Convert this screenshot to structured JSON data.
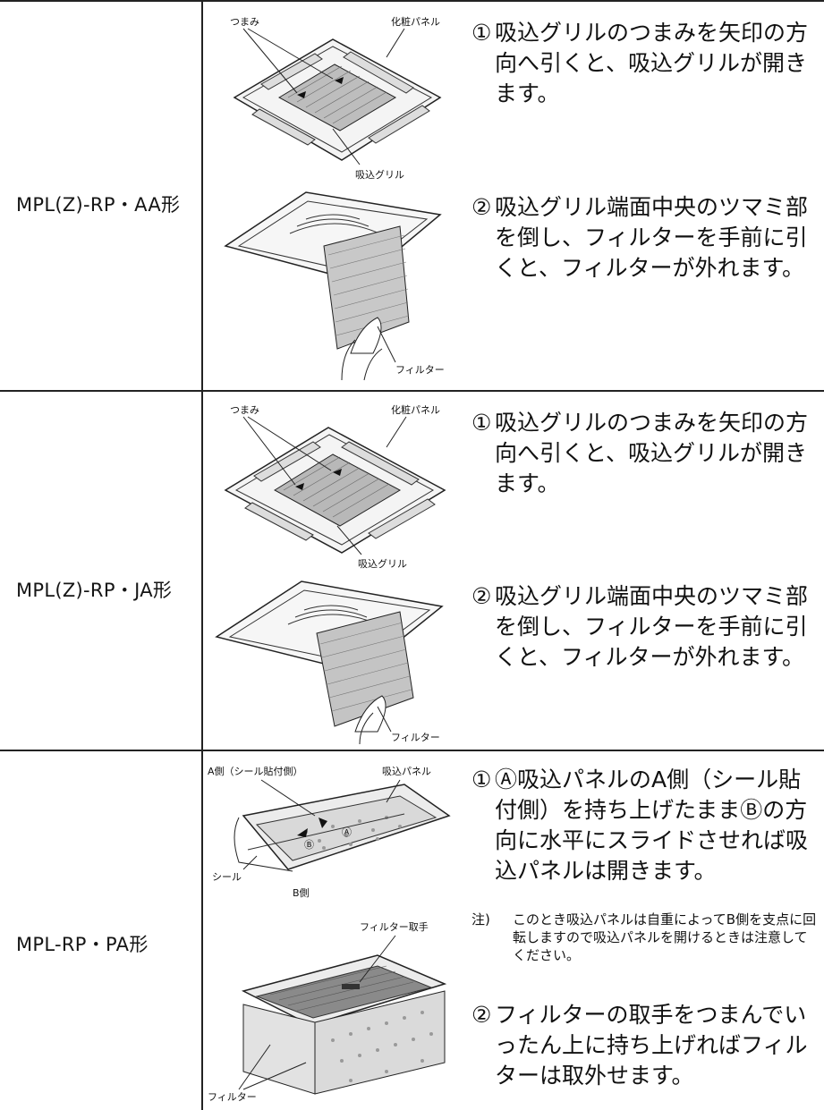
{
  "rows": [
    {
      "model": "MPL(Z)-RP・AA形",
      "fig1": {
        "knob": "つまみ",
        "panel": "化粧パネル",
        "grille": "吸込グリル"
      },
      "fig2": {
        "filter": "フィルター"
      },
      "step1": {
        "num": "①",
        "text": "吸込グリルのつまみを矢印の方向へ引くと、吸込グリルが開きます。"
      },
      "step2": {
        "num": "②",
        "text": "吸込グリル端面中央のツマミ部を倒し、フィルターを手前に引くと、フィルターが外れます。"
      }
    },
    {
      "model": "MPL(Z)-RP・JA形",
      "fig1": {
        "knob": "つまみ",
        "panel": "化粧パネル",
        "grille": "吸込グリル"
      },
      "fig2": {
        "filter": "フィルター"
      },
      "step1": {
        "num": "①",
        "text": "吸込グリルのつまみを矢印の方向へ引くと、吸込グリルが開きます。"
      },
      "step2": {
        "num": "②",
        "text": "吸込グリル端面中央のツマミ部を倒し、フィルターを手前に引くと、フィルターが外れます。"
      }
    },
    {
      "model": "MPL-RP・PA形",
      "fig1": {
        "side_a": "A側（シール貼付側）",
        "panel": "吸込パネル",
        "seal": "シール",
        "side_b": "B側",
        "mark_a": "Ⓐ",
        "mark_b": "Ⓑ"
      },
      "fig2": {
        "handle": "フィルター取手",
        "filter": "フィルター"
      },
      "step1": {
        "num": "①",
        "text": "Ⓐ吸込パネルのA側（シール貼付側）を持ち上げたままⒷの方向に水平にスライドさせれば吸込パネルは開きます。"
      },
      "note": {
        "label": "注)",
        "text": "このとき吸込パネルは自重によってB側を支点に回転しますので吸込パネルを開けるときは注意してください。"
      },
      "step2": {
        "num": "②",
        "text": "フィルターの取手をつまんでいったん上に持ち上げればフィルターは取外せます。"
      }
    }
  ]
}
